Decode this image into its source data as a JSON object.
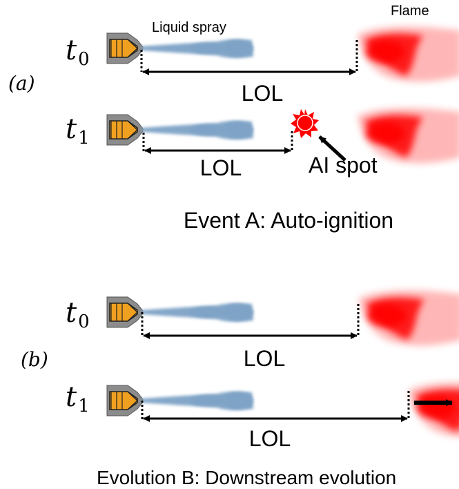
{
  "panel_a": {
    "panel_label": "(a)",
    "row0": {
      "time_label": "t",
      "time_sub": "0",
      "spray_label": "Liquid spray",
      "flame_label": "Flame",
      "lol_label": "LOL"
    },
    "row1": {
      "time_label": "t",
      "time_sub": "1",
      "lol_label": "LOL",
      "ai_label": "AI spot"
    },
    "caption": "Event A: Auto-ignition"
  },
  "panel_b": {
    "panel_label": "(b)",
    "row0": {
      "time_label": "t",
      "time_sub": "0",
      "lol_label": "LOL"
    },
    "row1": {
      "time_label": "t",
      "time_sub": "1",
      "lol_label": "LOL"
    },
    "caption": "Evolution  B: Downstream evolution"
  },
  "colors": {
    "nozzle": "#8c8c8c",
    "fuel": "#f0a020",
    "spray": "#7ea3c6",
    "flame": "#ff0000",
    "ink": "#000000"
  }
}
